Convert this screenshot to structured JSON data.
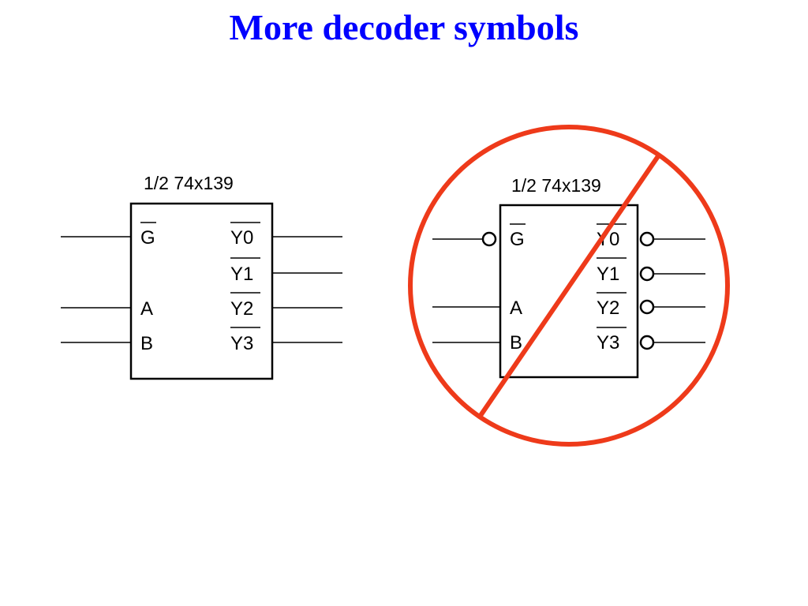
{
  "title": "More decoder symbols",
  "colors": {
    "title": "#0000ff",
    "prohibit": "#ee3a1a",
    "line": "#000000"
  },
  "left_symbol": {
    "caption": "1/2 74x139",
    "inputs": [
      "G",
      "A",
      "B"
    ],
    "outputs": [
      "Y0",
      "Y1",
      "Y2",
      "Y3"
    ]
  },
  "right_symbol": {
    "caption": "1/2 74x139",
    "inputs": [
      "G",
      "A",
      "B"
    ],
    "outputs": [
      "Y0",
      "Y1",
      "Y2",
      "Y3"
    ],
    "overlay": "prohibition-sign"
  }
}
